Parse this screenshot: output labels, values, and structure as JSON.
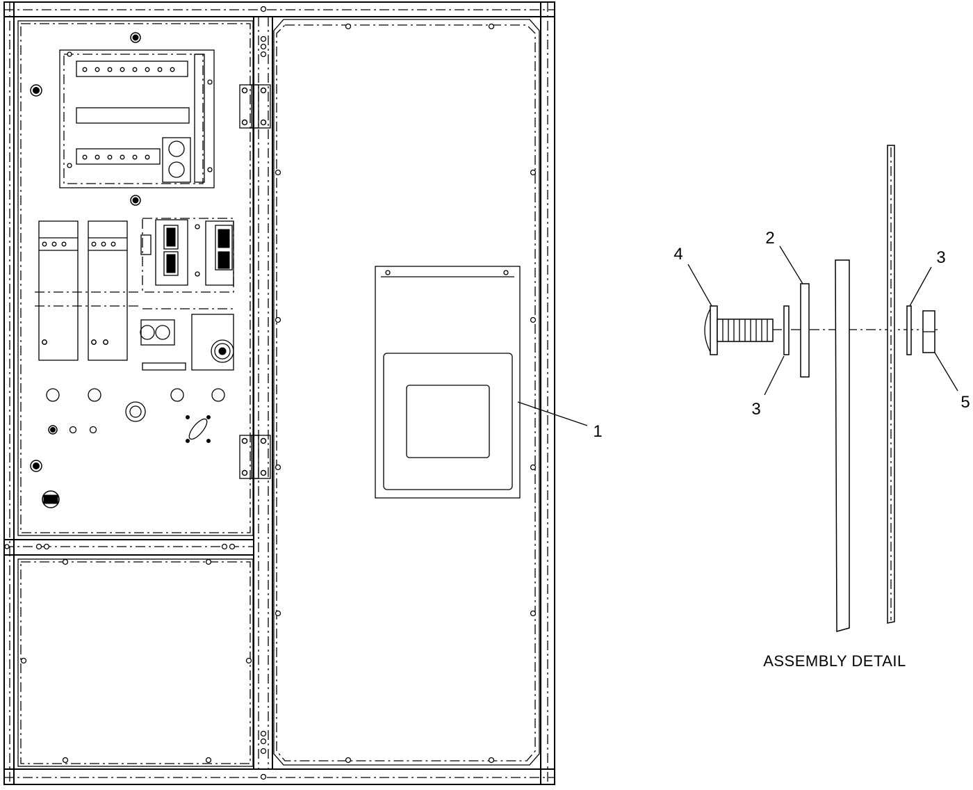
{
  "diagram": {
    "callouts": [
      {
        "id": "c1",
        "label": "1"
      },
      {
        "id": "c2",
        "label": "2"
      },
      {
        "id": "c3a",
        "label": "3"
      },
      {
        "id": "c3b",
        "label": "3"
      },
      {
        "id": "c4",
        "label": "4"
      },
      {
        "id": "c5",
        "label": "5"
      }
    ],
    "caption": "ASSEMBLY DETAIL"
  }
}
